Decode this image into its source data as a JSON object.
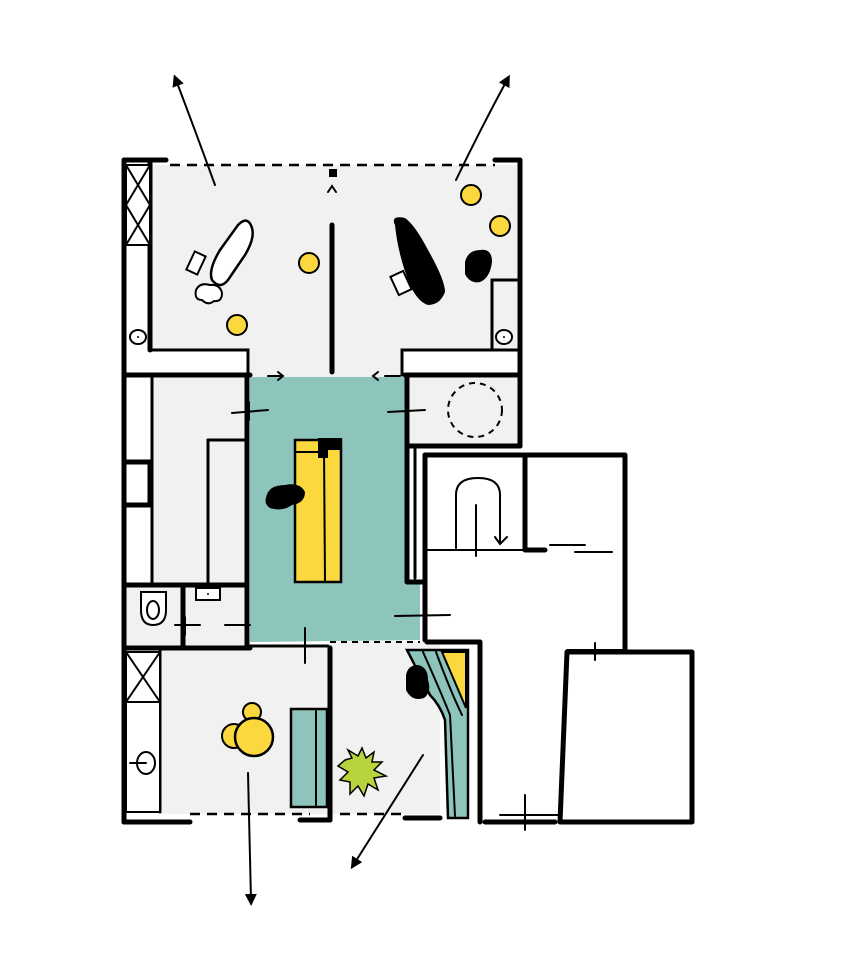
{
  "diagram": {
    "type": "architectural-floor-plan-sketch",
    "colors": {
      "floor_grey": "#f1f1f2",
      "teal_core": "#8dc4bb",
      "yellow": "#fbd83e",
      "plant_green": "#b8d43c",
      "black": "#000000",
      "background": "#ffffff"
    },
    "zones": [
      {
        "id": "top-left-room",
        "label": "Room with bed (top left)"
      },
      {
        "id": "top-right-room",
        "label": "Room with bed (top right)"
      },
      {
        "id": "central-hall",
        "label": "Central teal living core with yellow table"
      },
      {
        "id": "left-storage",
        "label": "Left built-in storage"
      },
      {
        "id": "wc",
        "label": "WC"
      },
      {
        "id": "bath-small",
        "label": "Small wash room"
      },
      {
        "id": "bottom-left-room",
        "label": "Bottom left room with seating"
      },
      {
        "id": "bottom-middle-room",
        "label": "Bottom middle room with plant"
      },
      {
        "id": "right-stair-block",
        "label": "Stair / utility block"
      },
      {
        "id": "right-annex",
        "label": "Right annex"
      },
      {
        "id": "round-table-room",
        "label": "Small room with dashed circle"
      }
    ],
    "arrows": [
      {
        "id": "view-arrow-top-left",
        "direction": "north-west"
      },
      {
        "id": "view-arrow-top-right",
        "direction": "north-east"
      },
      {
        "id": "view-arrow-bottom",
        "direction": "south"
      },
      {
        "id": "view-arrow-bottom-middle",
        "direction": "south-west"
      }
    ]
  }
}
